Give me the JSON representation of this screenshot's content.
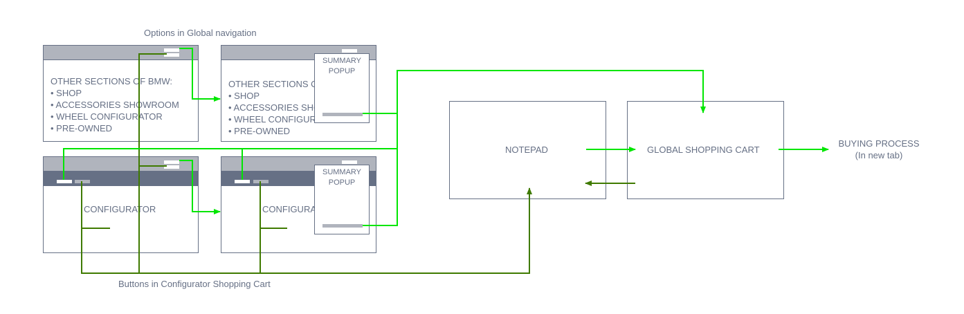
{
  "labels": {
    "top": "Options in Global navigation",
    "bottom": "Buttons in Configurator Shopping Cart"
  },
  "sections_list": {
    "title": "OTHER SECTIONS OF BMW:",
    "items": [
      "• SHOP",
      "• ACCESSORIES SHOWROOM",
      "• WHEEL CONFIGURATOR",
      "• PRE-OWNED"
    ]
  },
  "configurator_label": "CONFIGURATOR",
  "popup_label": [
    "SUMMARY",
    "POPUP"
  ],
  "notepad": "NOTEPAD",
  "global_cart": "GLOBAL SHOPPING CART",
  "buying": {
    "title": "BUYING PROCESS",
    "sub": "(In new tab)"
  },
  "colors": {
    "bright_green": "#00e600",
    "dark_green": "#3f7a00",
    "frame": "#667085",
    "header": "#b0b4bd"
  }
}
